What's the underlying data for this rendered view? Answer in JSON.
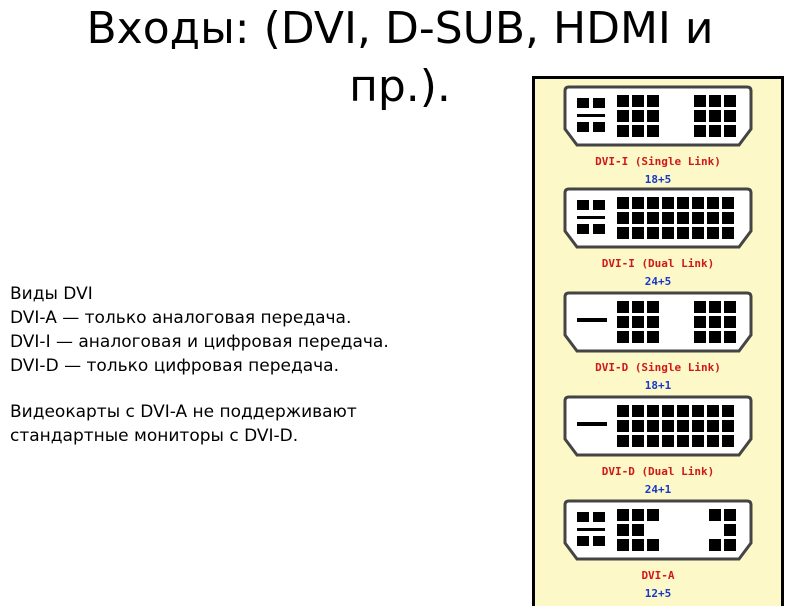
{
  "title": {
    "line1": "Входы: (DVI, D-SUB, HDMI и",
    "line2": "пр.)."
  },
  "body": {
    "lines": [
      "Виды DVI",
      "DVI-A — только аналоговая передача.",
      "DVI-I — аналоговая и цифровая передача.",
      "DVI-D — только цифровая передача."
    ],
    "note_lines": [
      "Видеокарты с DVI-A не поддерживают",
      "стандартные мониторы с DVI-D."
    ]
  },
  "connectors": [
    {
      "label": "DVI-I (Single Link)",
      "pins": "18+5",
      "analog": true,
      "left_cols": 3,
      "right_cols": 3,
      "mid_rows": 3,
      "dual": false,
      "a_type": false
    },
    {
      "label": "DVI-I (Dual Link)",
      "pins": "24+5",
      "analog": true,
      "dual": true,
      "a_type": false
    },
    {
      "label": "DVI-D (Single Link)",
      "pins": "18+1",
      "analog": false,
      "dual": false,
      "a_type": false
    },
    {
      "label": "DVI-D (Dual Link)",
      "pins": "24+1",
      "analog": false,
      "dual": true,
      "a_type": false
    },
    {
      "label": "DVI-A",
      "pins": "12+5",
      "analog": true,
      "dual": false,
      "a_type": true
    }
  ],
  "colors": {
    "panel_bg": "#fcf8c8",
    "label_red": "#d01818",
    "pins_blue": "#1838c8"
  }
}
